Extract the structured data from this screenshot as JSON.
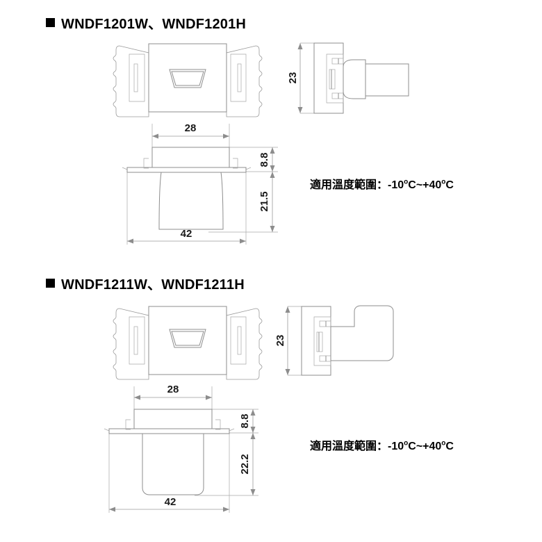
{
  "document": {
    "type": "product-dimension-drawing",
    "line_color": "#8d8d8d",
    "text_color": "#111111"
  },
  "sections": [
    {
      "id": "wndf1201",
      "title": "WNDF1201W、WNDF1201H",
      "bullet": "filled-square",
      "temperature_note": {
        "label": "適用溫度範圍：",
        "value_prefix": "-10",
        "deg1": "o",
        "unit1": "C",
        "tilde": "~+40",
        "deg2": "o",
        "unit2": "C",
        "full": "適用溫度範圍：-10oC~+40oC"
      },
      "views": {
        "front": {
          "name": "front-view",
          "port": "hdmi-type-a"
        },
        "side": {
          "name": "side-view",
          "connector": "straight",
          "height_dim": "23"
        },
        "plan": {
          "name": "plan-view",
          "dims": {
            "top_width": "28",
            "flange_height": "8.8",
            "body_height": "21.5",
            "bottom_width": "42"
          }
        }
      }
    },
    {
      "id": "wndf1211",
      "title": "WNDF1211W、WNDF1211H",
      "bullet": "filled-square",
      "temperature_note": {
        "label": "適用溫度範圍：",
        "value_prefix": "-10",
        "deg1": "o",
        "unit1": "C",
        "tilde": "~+40",
        "deg2": "o",
        "unit2": "C",
        "full": "適用溫度範圍：-10oC~+40oC"
      },
      "views": {
        "front": {
          "name": "front-view",
          "port": "hdmi-type-a"
        },
        "side": {
          "name": "side-view",
          "connector": "right-angle",
          "height_dim": "23"
        },
        "plan": {
          "name": "plan-view",
          "dims": {
            "top_width": "28",
            "flange_height": "8.8",
            "body_height": "22.2",
            "bottom_width": "42"
          }
        }
      }
    }
  ]
}
